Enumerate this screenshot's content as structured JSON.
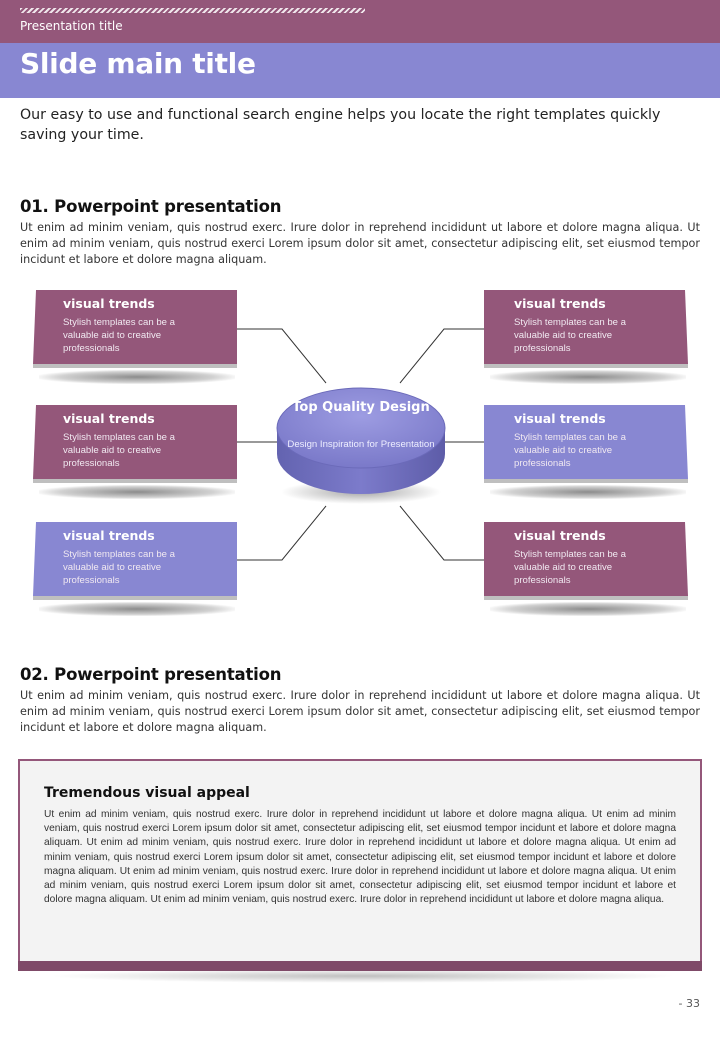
{
  "header": {
    "presentation_title": "Presentation title",
    "slide_title": "Slide main title",
    "colors": {
      "header_bar": "#94577a",
      "title_bar": "#8887d2"
    }
  },
  "intro": "Our easy to use and functional search engine helps you locate the right templates quickly saving your time.",
  "sections": [
    {
      "heading": "01. Powerpoint presentation",
      "body": "Ut enim ad minim veniam, quis nostrud exerc. Irure dolor in reprehend incididunt ut labore et dolore magna aliqua. Ut enim ad minim veniam, quis nostrud exerci  Lorem ipsum dolor sit amet, consectetur adipiscing elit, set eiusmod tempor incidunt et labore et dolore magna aliquam."
    },
    {
      "heading": "02. Powerpoint presentation",
      "body": "Ut enim ad minim veniam, quis nostrud exerc. Irure dolor in reprehend incididunt ut labore et dolore magna aliqua. Ut enim ad minim veniam, quis nostrud exerci  Lorem ipsum dolor sit amet, consectetur adipiscing elit, set eiusmod tempor incidunt et labore et dolore magna aliquam."
    }
  ],
  "diagram": {
    "center": {
      "title": "Top Quality Design",
      "subtitle": "Design Inspiration for Presentation",
      "color": "#8a89d6"
    },
    "boxes": [
      {
        "title": "visual trends",
        "text": "Stylish templates can be a valuable aid to creative professionals",
        "color": "#94577a"
      },
      {
        "title": "visual trends",
        "text": "Stylish templates can be a valuable aid to creative professionals",
        "color": "#94577a"
      },
      {
        "title": "visual trends",
        "text": "Stylish templates can be a valuable aid to creative professionals",
        "color": "#8887d2"
      },
      {
        "title": "visual trends",
        "text": "Stylish templates can be a valuable aid to creative professionals",
        "color": "#94577a"
      },
      {
        "title": "visual trends",
        "text": "Stylish templates can be a valuable aid to creative professionals",
        "color": "#8887d2"
      },
      {
        "title": "visual trends",
        "text": "Stylish templates can be a valuable aid to creative professionals",
        "color": "#94577a"
      }
    ]
  },
  "panel": {
    "title": "Tremendous visual appeal",
    "body": "Ut enim ad minim veniam, quis nostrud exerc. Irure dolor in reprehend incididunt ut labore et dolore magna aliqua. Ut enim ad minim veniam, quis nostrud exerci  Lorem ipsum dolor sit amet, consectetur adipiscing elit, set eiusmod tempor incidunt et labore et dolore magna aliquam. Ut enim ad minim veniam, quis nostrud exerc. Irure dolor in reprehend incididunt ut labore et dolore magna aliqua. Ut enim ad minim veniam, quis nostrud exerci  Lorem ipsum dolor sit amet, consectetur adipiscing elit, set eiusmod tempor incidunt et labore et dolore magna aliquam. Ut enim ad minim veniam, quis nostrud exerc. Irure dolor in reprehend incididunt ut labore et dolore magna aliqua. Ut enim ad minim veniam, quis nostrud exerci  Lorem ipsum dolor sit amet, consectetur adipiscing elit, set eiusmod tempor incidunt et labore et dolore magna aliquam. Ut enim ad minim veniam, quis nostrud exerc. Irure dolor in reprehend incididunt ut labore et dolore magna aliqua."
  },
  "page_number": "- 33"
}
